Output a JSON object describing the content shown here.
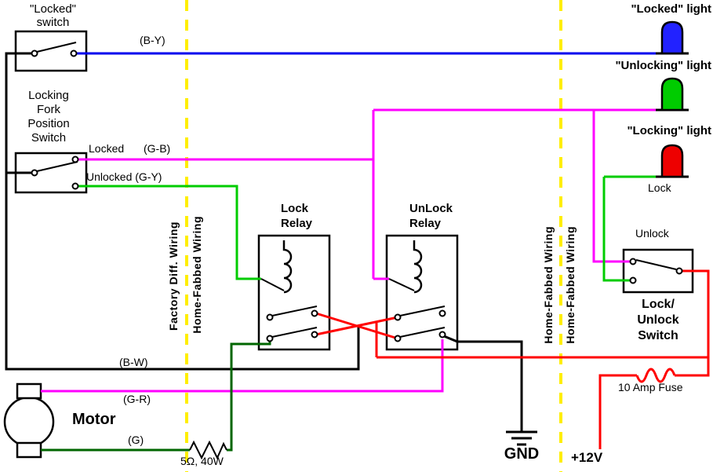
{
  "colors": {
    "background": "#ffffff",
    "wire_blue": "#0000ee",
    "wire_magenta": "#ff00ff",
    "wire_green": "#00cc00",
    "wire_dark_green": "#006600",
    "wire_red": "#ff0000",
    "wire_black": "#000000",
    "zone_divider_yellow": "#ffee00",
    "led_blue": "#2222ff",
    "led_green": "#00cc00",
    "led_red": "#ee0000"
  },
  "components": {
    "locked_switch": {
      "label": "\"Locked\"\nswitch"
    },
    "fork_switch": {
      "label": "Locking\nFork\nPosition\nSwitch",
      "locked_label": "Locked",
      "locked_wire": "(G-B)",
      "unlocked_label": "Unlocked (G-Y)"
    },
    "lock_relay": {
      "label": "Lock\nRelay"
    },
    "unlock_relay": {
      "label": "UnLock\nRelay"
    },
    "lock_unlock_switch": {
      "label": "Lock/\nUnlock\nSwitch",
      "lock_label": "Lock",
      "unlock_label": "Unlock"
    },
    "motor": {
      "label": "Motor"
    },
    "resistor": {
      "label": "5Ω, 40W"
    },
    "fuse": {
      "label": "10 Amp Fuse"
    },
    "ground": {
      "label": "GND"
    },
    "power": {
      "label": "+12V"
    }
  },
  "lights": {
    "locked": {
      "label": "\"Locked\" light"
    },
    "unlocking": {
      "label": "\"Unlocking\" light"
    },
    "locking": {
      "label": "\"Locking\" light"
    }
  },
  "wire_labels": {
    "by": "(B-Y)",
    "bw": "(B-W)",
    "gr": "(G-R)",
    "g": "(G)"
  },
  "zones": {
    "left_divider": {
      "left": "Factory Diff. Wiring",
      "right": "Home-Fabbed Wiring"
    },
    "right_divider": {
      "left": "Home-Fabbed Wiring",
      "right": "Home-Fabbed Wiring"
    }
  }
}
